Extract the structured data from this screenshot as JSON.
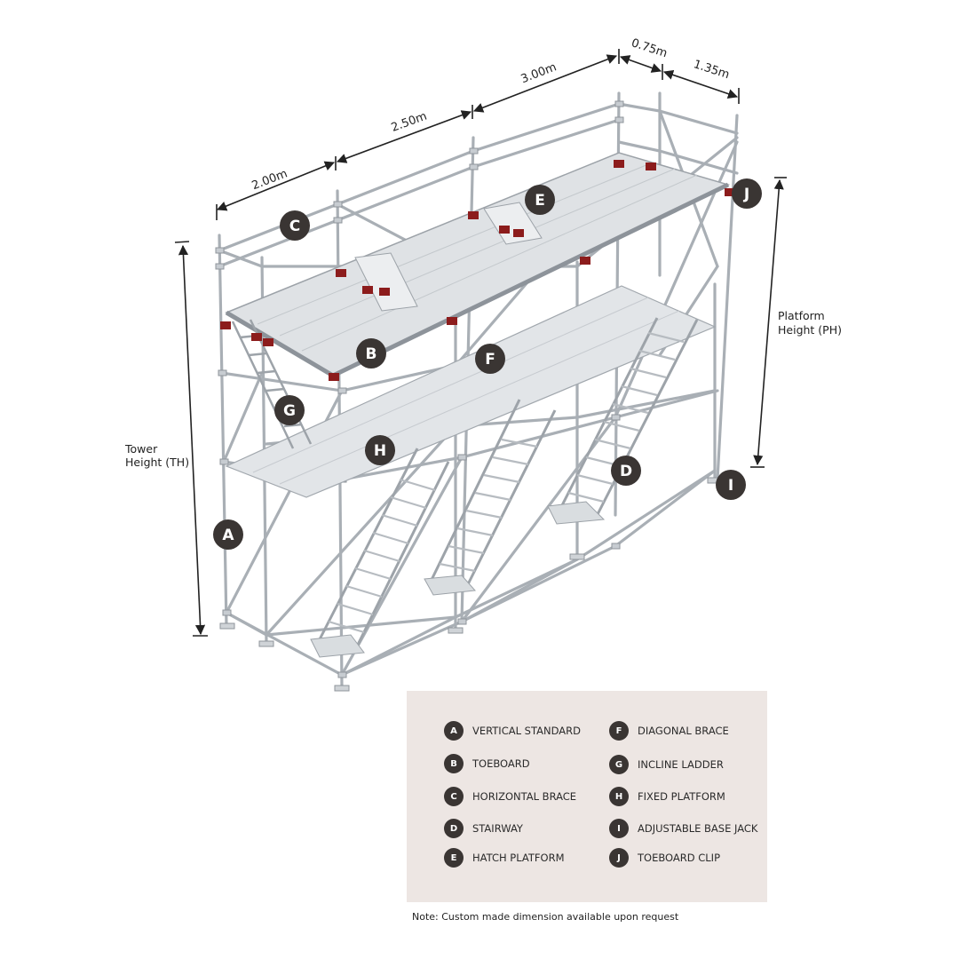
{
  "dimensions": {
    "bay1": "2.00m",
    "bay2": "2.50m",
    "bay3": "3.00m",
    "width1": "0.75m",
    "width2": "1.35m"
  },
  "side_labels": {
    "tower_line1": "Tower",
    "tower_line2": "Height (TH)",
    "platform_line1": "Platform",
    "platform_line2": "Height (PH)"
  },
  "diagram_markers": [
    "A",
    "B",
    "C",
    "D",
    "E",
    "F",
    "G",
    "H",
    "I",
    "J"
  ],
  "legend": [
    {
      "letter": "A",
      "label": "VERTICAL STANDARD"
    },
    {
      "letter": "B",
      "label": "TOEBOARD"
    },
    {
      "letter": "C",
      "label": "HORIZONTAL BRACE"
    },
    {
      "letter": "D",
      "label": "STAIRWAY"
    },
    {
      "letter": "E",
      "label": "HATCH PLATFORM"
    },
    {
      "letter": "F",
      "label": "DIAGONAL BRACE"
    },
    {
      "letter": "G",
      "label": "INCLINE LADDER"
    },
    {
      "letter": "H",
      "label": "FIXED PLATFORM"
    },
    {
      "letter": "I",
      "label": "ADJUSTABLE BASE JACK"
    },
    {
      "letter": "J",
      "label": "TOEBOARD CLIP"
    }
  ],
  "note": "Note: Custom made dimension available upon request",
  "colors": {
    "marker": "#3a3533",
    "legend_bg": "#ede6e3",
    "steel": "#b9bec3",
    "clip_red": "#8c1c1c"
  }
}
